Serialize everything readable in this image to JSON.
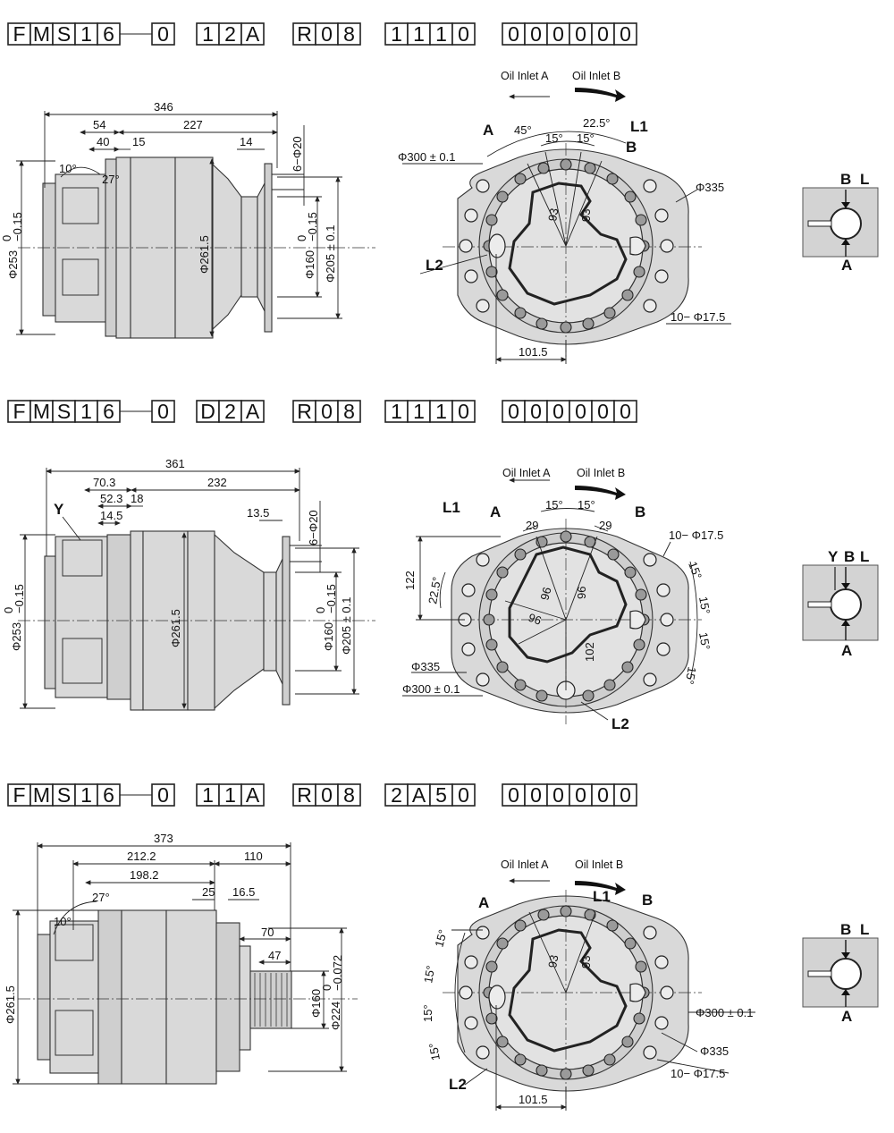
{
  "variants": [
    {
      "code": [
        "F",
        "M",
        "S",
        "1",
        "6",
        "0",
        "1",
        "2",
        "A",
        "R",
        "0",
        "8",
        "1",
        "1",
        "1",
        "0",
        "0",
        "0",
        "0",
        "0",
        "0",
        "0"
      ],
      "side": {
        "d346": "346",
        "d54": "54",
        "d227": "227",
        "d40": "40",
        "d15": "15",
        "d14": "14",
        "d6phi20": "6−Φ20",
        "dia253": "Φ253",
        "tol253_hi": "0",
        "tol253_lo": "−0.15",
        "dia2615": "Φ261.5",
        "dia160": "Φ160",
        "tol160_hi": "0",
        "tol160_lo": "−0.15",
        "dia205": "Φ205 ± 0.1",
        "a10": "10°",
        "a27": "27°"
      },
      "front": {
        "inletA": "Oil Inlet A",
        "inletB": "Oil Inlet B",
        "A": "A",
        "B": "B",
        "L1": "L1",
        "L2": "L2",
        "a45": "45°",
        "a225": "22.5°",
        "a15l": "15°",
        "a15r": "15°",
        "d93a": "93",
        "d93b": "93",
        "dia300": "Φ300 ± 0.1",
        "dia335": "Φ335",
        "holes": "10− Φ17.5",
        "d1015": "101.5"
      },
      "symbol": {
        "B": "B",
        "L": "L",
        "A": "A"
      }
    },
    {
      "code": [
        "F",
        "M",
        "S",
        "1",
        "6",
        "0",
        "D",
        "2",
        "A",
        "R",
        "0",
        "8",
        "1",
        "1",
        "1",
        "0",
        "0",
        "0",
        "0",
        "0",
        "0",
        "0"
      ],
      "side": {
        "d361": "361",
        "d703": "70.3",
        "d232": "232",
        "d523": "52.3",
        "d18": "18",
        "d145": "14.5",
        "d135": "13.5",
        "d6phi20": "6−Φ20",
        "Y": "Y",
        "dia253": "Φ253",
        "tol253_hi": "0",
        "tol253_lo": "−0.15",
        "dia2615": "Φ261.5",
        "dia160": "Φ160",
        "tol160_hi": "0",
        "tol160_lo": "−0.15",
        "dia205": "Φ205 ± 0.1"
      },
      "front": {
        "inletA": "Oil Inlet A",
        "inletB": "Oil Inlet B",
        "L1": "L1",
        "A": "A",
        "B": "B",
        "L2": "L2",
        "a15l": "15°",
        "a15r": "15°",
        "d29a": "29",
        "d29b": "29",
        "d122": "122",
        "a225": "22.5°",
        "d96a": "96",
        "d96b": "96",
        "d96c": "96",
        "d102": "102",
        "holes": "10− Φ17.5",
        "a15_1": "15°",
        "a15_2": "15°",
        "a15_3": "15°",
        "a15_4": "15°",
        "dia335": "Φ335",
        "dia300": "Φ300 ± 0.1"
      },
      "symbol": {
        "Y": "Y",
        "B": "B",
        "L": "L",
        "A": "A"
      }
    },
    {
      "code": [
        "F",
        "M",
        "S",
        "1",
        "6",
        "0",
        "1",
        "1",
        "A",
        "R",
        "0",
        "8",
        "2",
        "A",
        "5",
        "0",
        "0",
        "0",
        "0",
        "0",
        "0",
        "0"
      ],
      "side": {
        "d373": "373",
        "d2122": "212.2",
        "d110": "110",
        "d1982": "198.2",
        "d25": "25",
        "d165": "16.5",
        "d70": "70",
        "d47": "47",
        "a27": "27°",
        "a10": "10°",
        "dia2615": "Φ261.5",
        "dia160": "Φ160",
        "dia224": "Φ224",
        "tol224_hi": "0",
        "tol224_lo": "−0.072"
      },
      "front": {
        "inletA": "Oil Inlet A",
        "inletB": "Oil Inlet B",
        "A": "A",
        "L1": "L1",
        "B": "B",
        "L2": "L2",
        "d93a": "93",
        "d93b": "93",
        "a15_1": "15°",
        "a15_2": "15°",
        "a15_3": "15°",
        "a15_4": "15°",
        "dia300": "Φ300 ± 0.1",
        "dia335": "Φ335",
        "holes": "10− Φ17.5",
        "d1015": "101.5"
      },
      "symbol": {
        "B": "B",
        "L": "L",
        "A": "A"
      }
    }
  ]
}
